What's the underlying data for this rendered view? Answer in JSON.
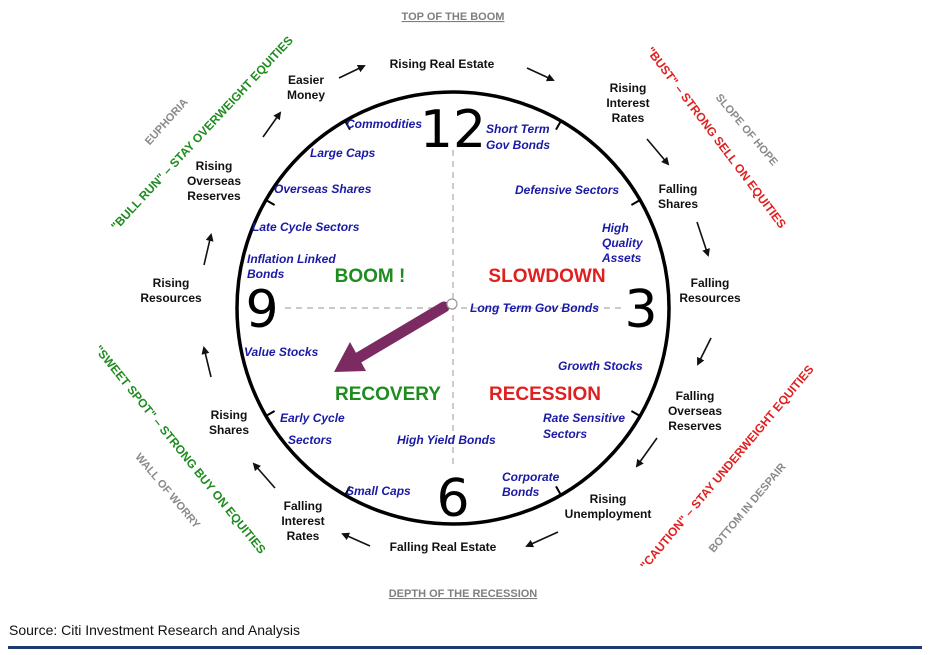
{
  "header": {
    "top_label": "TOP OF THE BOOM",
    "bottom_label": "DEPTH OF THE RECESSION"
  },
  "clock": {
    "numbers": {
      "n12": "12",
      "n3": "3",
      "n6": "6",
      "n9": "9"
    },
    "phases": {
      "boom": "BOOM !",
      "slowdown": "SLOWDOWN",
      "recovery": "RECOVERY",
      "recession": "RECESSION",
      "boom_color": "#1e8c1e",
      "slowdown_color": "#e02020",
      "recovery_color": "#1e8c1e",
      "recession_color": "#e02020"
    },
    "sectors": {
      "commodities": "Commodities",
      "large_caps": "Large Caps",
      "overseas_shares": "Overseas Shares",
      "late_cycle_sectors": "Late Cycle Sectors",
      "inflation_linked_1": "Inflation Linked",
      "inflation_linked_2": "Bonds",
      "short_term_1": "Short Term",
      "short_term_2": "Gov Bonds",
      "defensive_sectors": "Defensive Sectors",
      "high_quality_1": "High",
      "high_quality_2": "Quality",
      "high_quality_3": "Assets",
      "long_term_gov_bonds": "Long Term Gov Bonds",
      "value_stocks": "Value Stocks",
      "early_cycle_1": "Early Cycle",
      "early_cycle_2": "Sectors",
      "small_caps": "Small Caps",
      "high_yield_bonds": "High Yield Bonds",
      "growth_stocks": "Growth Stocks",
      "rate_sensitive_1": "Rate Sensitive",
      "rate_sensitive_2": "Sectors",
      "corporate_1": "Corporate",
      "corporate_2": "Bonds"
    }
  },
  "cycle": {
    "rising_real_estate": "Rising Real Estate",
    "rising_interest_rates_1": "Rising",
    "rising_interest_rates_2": "Interest",
    "rising_interest_rates_3": "Rates",
    "falling_shares_1": "Falling",
    "falling_shares_2": "Shares",
    "falling_resources_1": "Falling",
    "falling_resources_2": "Resources",
    "falling_overseas_reserves_1": "Falling",
    "falling_overseas_reserves_2": "Overseas",
    "falling_overseas_reserves_3": "Reserves",
    "rising_unemployment_1": "Rising",
    "rising_unemployment_2": "Unemployment",
    "falling_real_estate": "Falling Real Estate",
    "falling_interest_rates_1": "Falling",
    "falling_interest_rates_2": "Interest",
    "falling_interest_rates_3": "Rates",
    "rising_shares_1": "Rising",
    "rising_shares_2": "Shares",
    "rising_resources_1": "Rising",
    "rising_resources_2": "Resources",
    "rising_overseas_reserves_1": "Rising",
    "rising_overseas_reserves_2": "Overseas",
    "rising_overseas_reserves_3": "Reserves",
    "easier_money_1": "Easier",
    "easier_money_2": "Money"
  },
  "sentiment": {
    "euphoria": "EUPHORIA",
    "slope_of_hope": "SLOPE OF HOPE",
    "wall_of_worry": "WALL OF WORRY",
    "bottom_in_despair": "BOTTOM IN DESPAIR"
  },
  "strategy": {
    "bull_run": "\"BULL RUN\" – STAY OVERWEIGHT EQUITIES",
    "bust": "\"BUST\" – STRONG SELL ON EQUITIES",
    "sweet_spot": "\"SWEET SPOT\" – STRONG BUY ON EQUITIES",
    "caution": "\"CAUTION\" – STAY UNDERWEIGHT EQUITIES",
    "green_color": "#1e8c1e",
    "red_color": "#e02020"
  },
  "colors": {
    "hand": "#7b2a62",
    "rule": "#1f3a70"
  },
  "footer": {
    "source": "Source: Citi Investment Research and Analysis"
  }
}
